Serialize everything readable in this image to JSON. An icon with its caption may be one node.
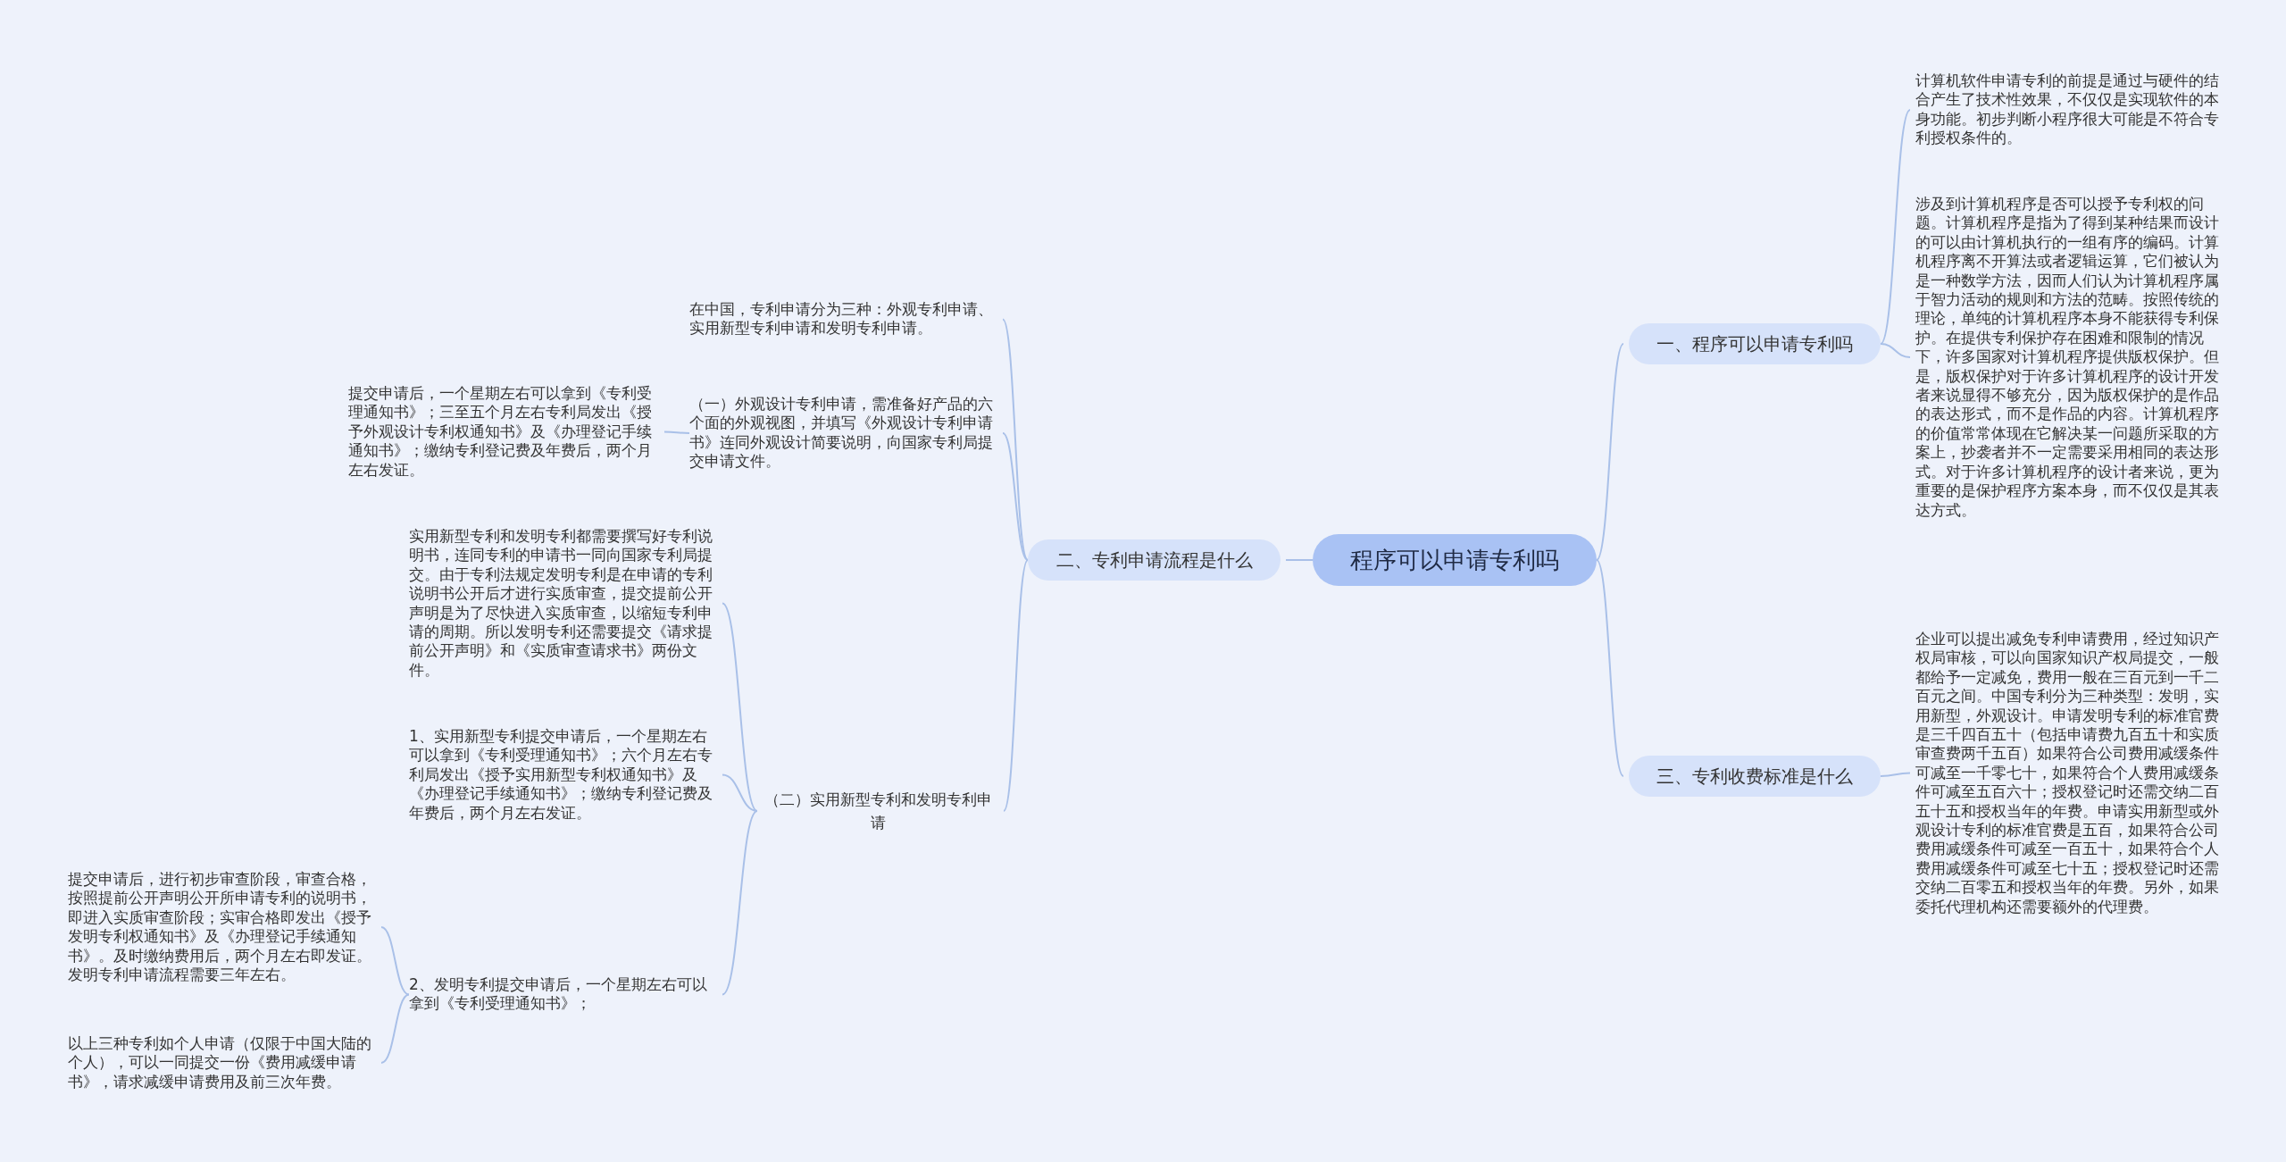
{
  "diagram": {
    "nodes": [
      {
        "text": [
          "程序可以申请专利吗"
        ]
      },
      {
        "text": [
          "一、程序可以申请专利吗"
        ]
      },
      {
        "text": [
          "计算机软件申请专利的前提是通过与硬件的结合产生了技术性效果，不仅仅是实现软件的本身功能。初步判断小程序很大可能是不符合专利授权条件的。"
        ]
      },
      {
        "text": [
          "涉及到计算机程序是否可以授予专利权的问题。计算机程序是指为了得到某种结果而设计的可以由计算机执行的一组有序的编码。计算机程序离不开算法或者逻辑运算，它们被认为是一种数学方法，因而人们认为计算机程序属于智力活动的规则和方法的范畴。按照传统的理论，单纯的计算机程序本身不能获得专利保护。在提供专利保护存在困难和限制的情况下，许多国家对计算机程序提供版权保护。但是，版权保护对于许多计算机程序的设计开发者来说显得不够充分，因为版权保护的是作品的表达形式，而不是作品的内容。计算机程序的价值常常体现在它解决某一问题所采取的方案上，抄袭者并不一定需要采用相同的表达形式。对于许多计算机程序的设计者来说，更为重要的是保护程序方案本身，而不仅仅是其表达方式。"
        ]
      },
      {
        "text": [
          "二、专利申请流程是什么"
        ]
      },
      {
        "text": [
          "在中国，专利申请分为三种：外观专利申请、实用新型专利申请和发明专利申请。"
        ]
      },
      {
        "text": [
          "（一）外观设计专利申请，需准备好产品的六个面的外观视图，并填写《外观设计专利申请书》连同外观设计简要说明，向国家专利局提交申请文件。"
        ]
      },
      {
        "text": [
          "提交申请后，一个星期左右可以拿到《专利受理通知书》；三至五个月左右专利局发出《授予外观设计专利权通知书》及《办理登记手续通知书》；缴纳专利登记费及年费后，两个月左右发证。"
        ]
      },
      {
        "text": [
          "（二）实用新型专利和发明专利申请"
        ]
      },
      {
        "text": [
          "实用新型专利和发明专利都需要撰写好专利说明书，连同专利的申请书一同向国家专利局提交。由于专利法规定发明专利是在申请的专利说明书公开后才进行实质审查，提交提前公开声明是为了尽快进入实质审查，以缩短专利申请的周期。所以发明专利还需要提交《请求提前公开声明》和《实质审查请求书》两份文件。"
        ]
      },
      {
        "text": [
          "1、实用新型专利提交申请后，一个星期左右可以拿到《专利受理通知书》；六个月左右专利局发出《授予实用新型专利权通知书》及《办理登记手续通知书》；缴纳专利登记费及年费后，两个月左右发证。"
        ]
      },
      {
        "text": [
          "2、发明专利提交申请后，一个星期左右可以拿到《专利受理通知书》；"
        ]
      },
      {
        "text": [
          "提交申请后，进行初步审查阶段，审查合格，按照提前公开声明公开所申请专利的说明书，即进入实质审查阶段；实审合格即发出《授予发明专利权通知书》及《办理登记手续通知书》。及时缴纳费用后，两个月左右即发证。发明专利申请流程需要三年左右。"
        ]
      },
      {
        "text": [
          "以上三种专利如个人申请（仅限于中国大陆的个人），可以一同提交一份《费用减缓申请书》，请求减缓申请费用及前三次年费。"
        ]
      },
      {
        "text": [
          "三、专利收费标准是什么"
        ]
      },
      {
        "text": [
          "企业可以提出减免专利申请费用，经过知识产权局审核，可以向国家知识产权局提交，一般都给予一定减免，费用一般在三百元到一千二百元之间。中国专利分为三种类型：发明，实用新型，外观设计。申请发明专利的标准官费是三千四百五十（包括申请费九百五十和实质审查费两千五百）如果符合公司费用减缓条件可减至一千零七十，如果符合个人费用减缓条件可减至五百六十；授权登记时还需交纳二百五十五和授权当年的年费。申请实用新型或外观设计专利的标准官费是五百，如果符合公司费用减缓条件可减至一百五十，如果符合个人费用减缓条件可减至七十五；授权登记时还需交纳二百零五和授权当年的年费。另外，如果委托代理机构还需要额外的代理费。"
        ]
      }
    ],
    "edges": [
      {
        "from": 0,
        "to": 1,
        "arrow": "none"
      },
      {
        "from": 1,
        "to": 2,
        "arrow": "none"
      },
      {
        "from": 1,
        "to": 3,
        "arrow": "none"
      },
      {
        "from": 0,
        "to": 4,
        "arrow": "none"
      },
      {
        "from": 4,
        "to": 5,
        "arrow": "none"
      },
      {
        "from": 4,
        "to": 6,
        "arrow": "none"
      },
      {
        "from": 6,
        "to": 7,
        "arrow": "none"
      },
      {
        "from": 4,
        "to": 8,
        "arrow": "none"
      },
      {
        "from": 8,
        "to": 9,
        "arrow": "none"
      },
      {
        "from": 8,
        "to": 10,
        "arrow": "none"
      },
      {
        "from": 8,
        "to": 11,
        "arrow": "none"
      },
      {
        "from": 11,
        "to": 12,
        "arrow": "none"
      },
      {
        "from": 11,
        "to": 13,
        "arrow": "none"
      },
      {
        "from": 0,
        "to": 14,
        "arrow": "none"
      },
      {
        "from": 14,
        "to": 15,
        "arrow": "none"
      }
    ]
  }
}
